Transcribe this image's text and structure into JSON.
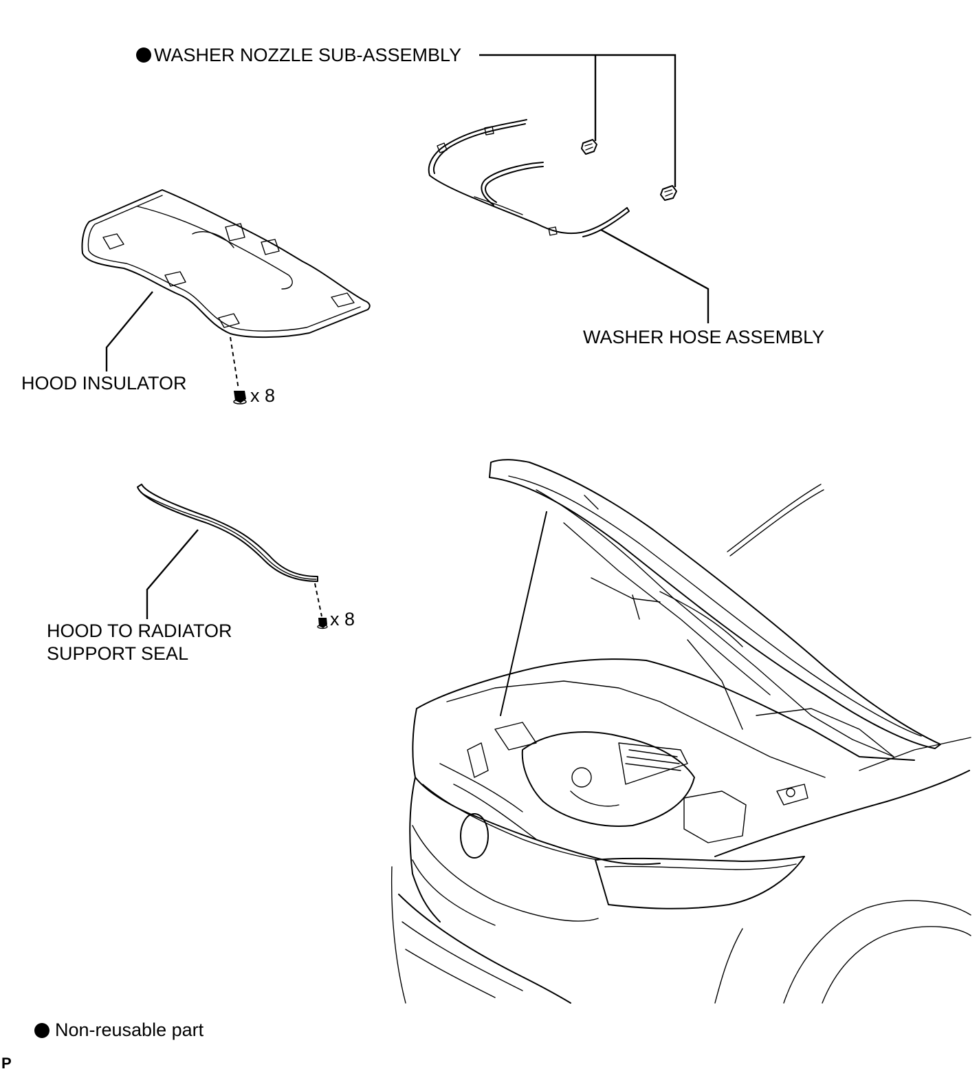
{
  "labels": {
    "washer_nozzle": "WASHER NOZZLE SUB-ASSEMBLY",
    "washer_hose": "WASHER HOSE ASSEMBLY",
    "hood_insulator": "HOOD INSULATOR",
    "hood_seal_line1": "HOOD TO RADIATOR",
    "hood_seal_line2": "SUPPORT SEAL",
    "insulator_clip_qty": "x 8",
    "seal_clip_qty": "x 8"
  },
  "legend": {
    "non_reusable": "Non-reusable part"
  },
  "footer_code": "P"
}
